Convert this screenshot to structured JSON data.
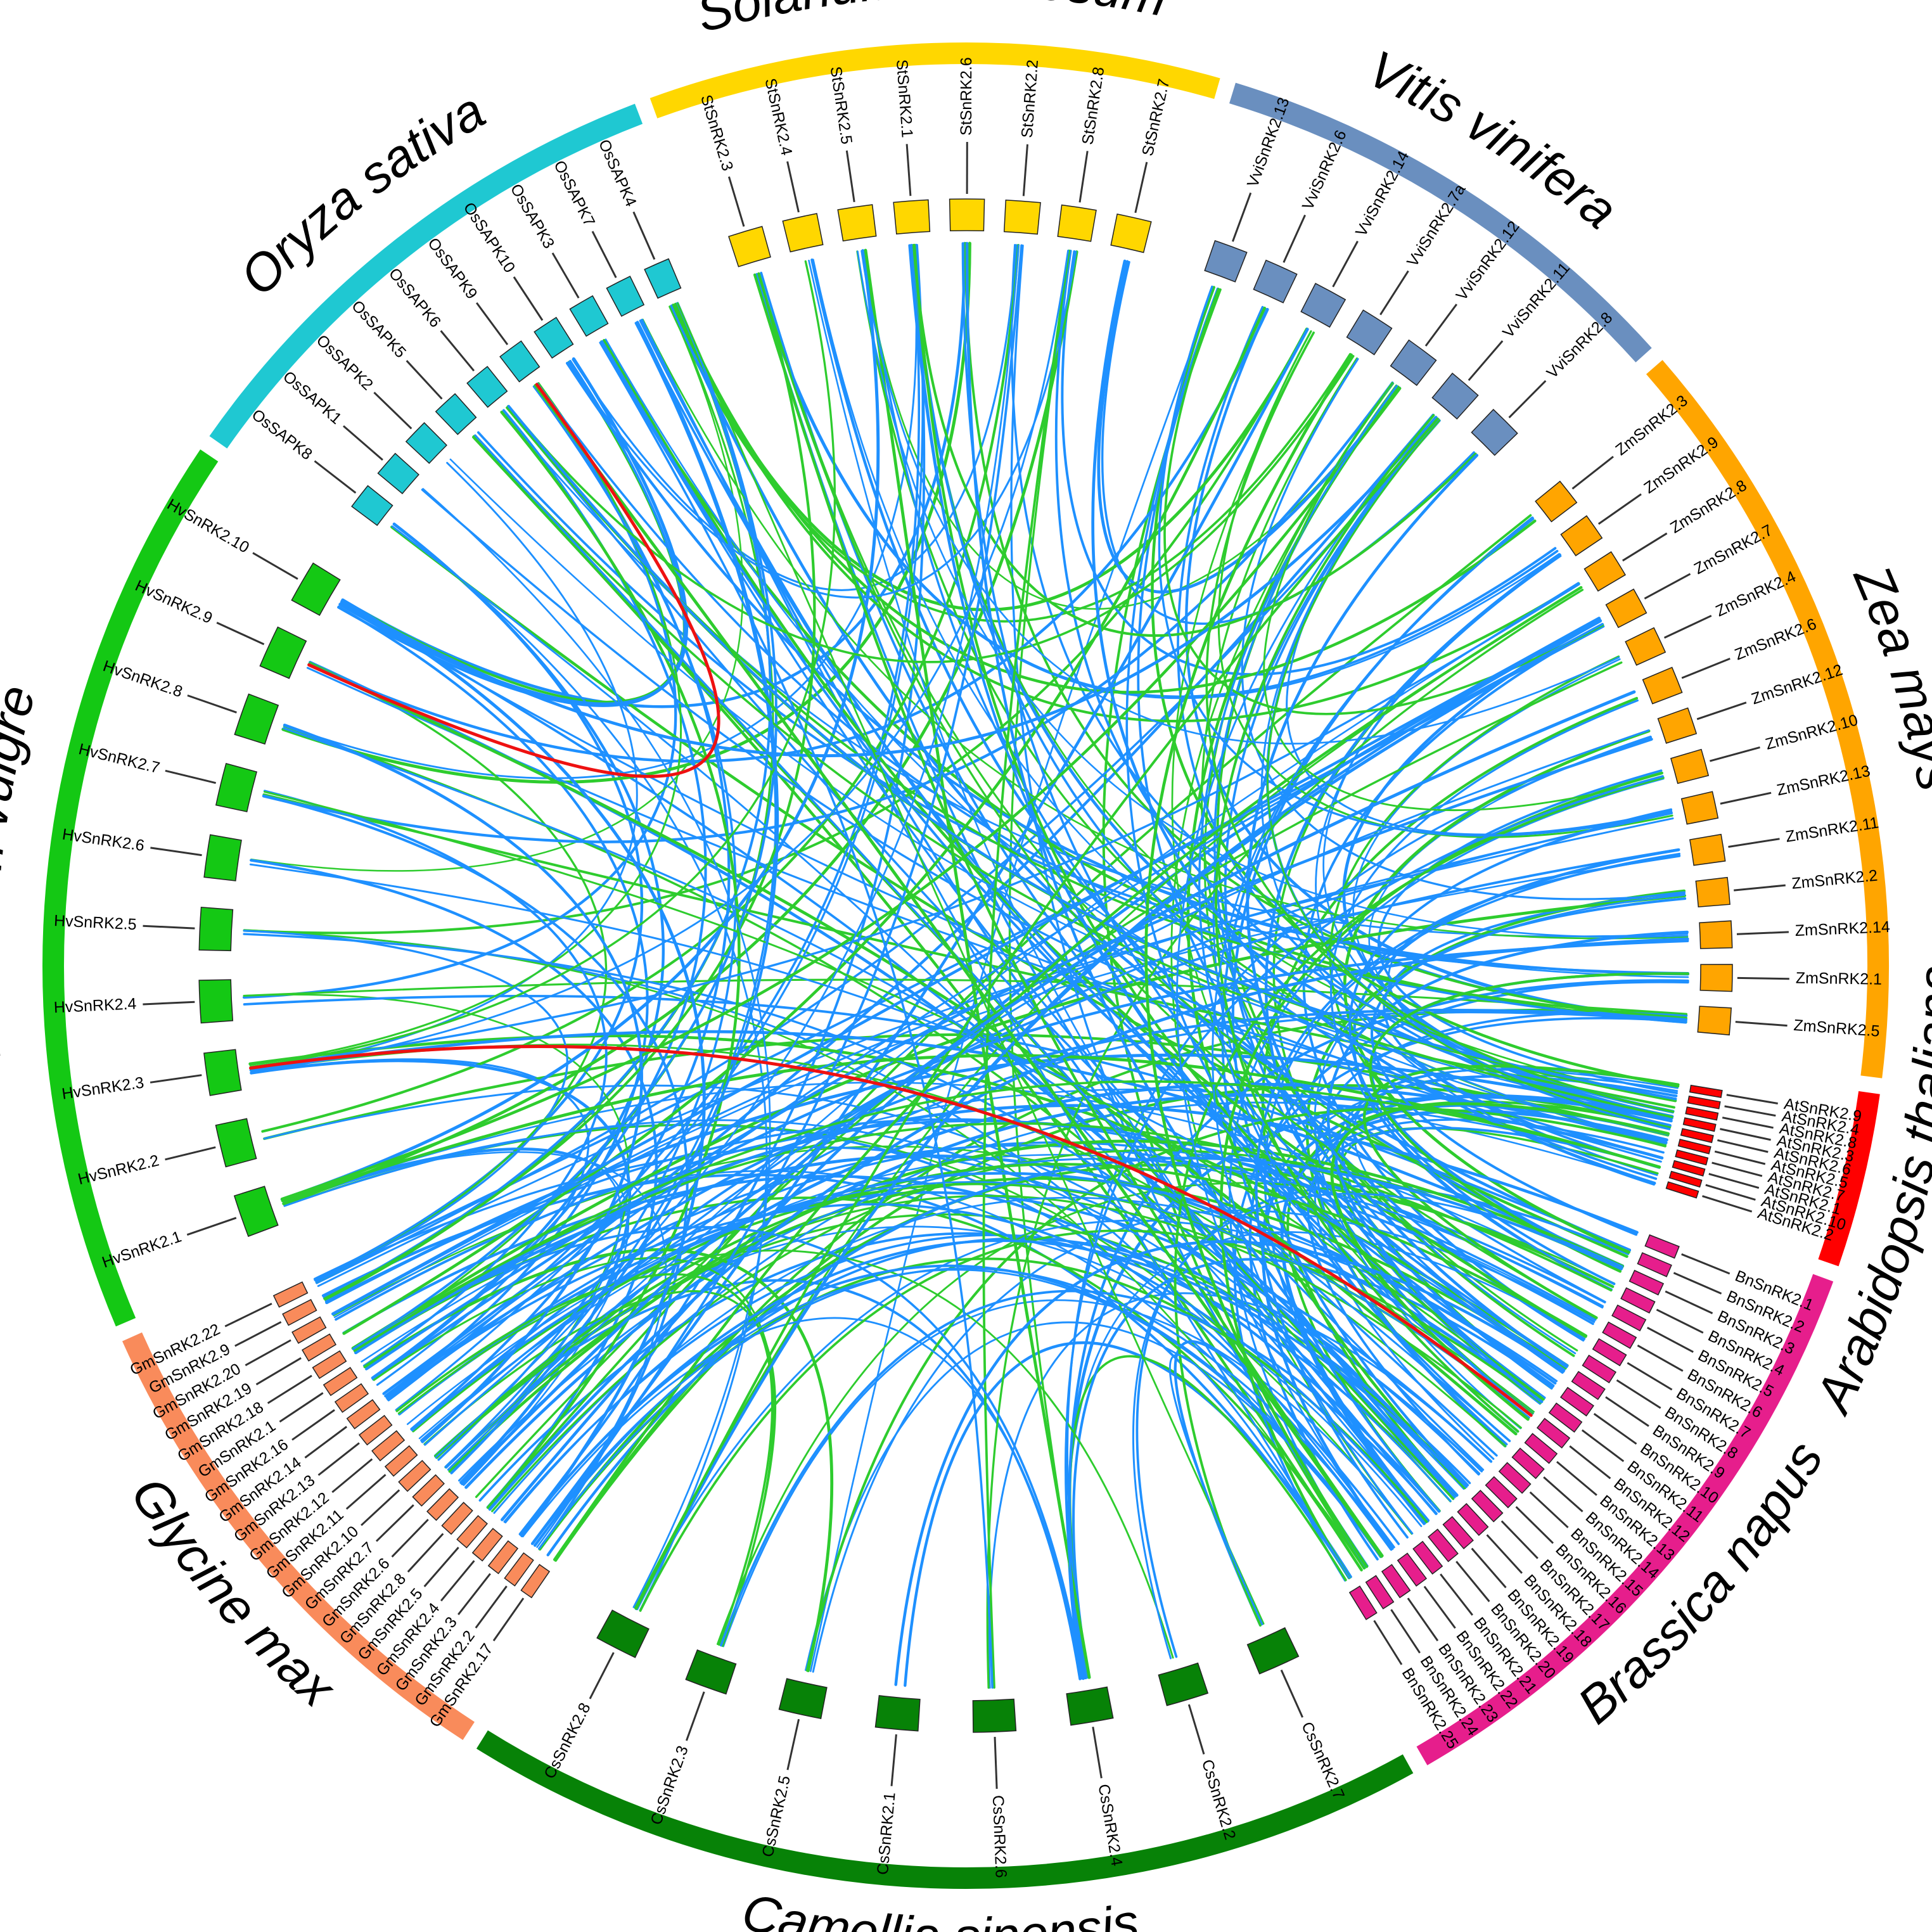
{
  "colors": {
    "link_blue": "#1e90ff",
    "link_green": "#2ecc2e",
    "link_red": "#ee1111"
  },
  "species": [
    {
      "name": "Oryza sativa",
      "color": "#1fc8d2",
      "genes": [
        "OsSAPK8",
        "OsSAPK1",
        "OsSAPK2",
        "OsSAPK5",
        "OsSAPK6",
        "OsSAPK9",
        "OsSAPK10",
        "OsSAPK3",
        "OsSAPK7",
        "OsSAPK4"
      ]
    },
    {
      "name": "Solanum tuberosum",
      "color": "#ffd700",
      "genes": [
        "StSnRK2.3",
        "StSnRK2.4",
        "StSnRK2.5",
        "StSnRK2.1",
        "StSnRK2.6",
        "StSnRK2.2",
        "StSnRK2.8",
        "StSnRK2.7"
      ]
    },
    {
      "name": "Vitis vinifera",
      "color": "#6a8fbf",
      "genes": [
        "VviSnRK2.13",
        "VviSnRK2.6",
        "VviSnRK2.14",
        "VviSnRK2.7a",
        "VviSnRK2.12",
        "VviSnRK2.11",
        "VviSnRK2.8"
      ]
    },
    {
      "name": "Zea mays",
      "color": "#ffa500",
      "genes": [
        "ZmSnRK2.3",
        "ZmSnRK2.9",
        "ZmSnRK2.8",
        "ZmSnRK2.7",
        "ZmSnRK2.4",
        "ZmSnRK2.6",
        "ZmSnRK2.12",
        "ZmSnRK2.10",
        "ZmSnRK2.13",
        "ZmSnRK2.11",
        "ZmSnRK2.2",
        "ZmSnRK2.14",
        "ZmSnRK2.1",
        "ZmSnRK2.5"
      ]
    },
    {
      "name": "Arabidopsis thaliana",
      "color": "#ff0000",
      "genes": [
        "AtSnRK2.9",
        "AtSnRK2.4",
        "AtSnRK2.8",
        "AtSnRK2.3",
        "AtSnRK2.6",
        "AtSnRK2.5",
        "AtSnRK2.7",
        "AtSnRK2.1",
        "AtSnRK2.10",
        "AtSnRK2.2"
      ]
    },
    {
      "name": "Brassica napus",
      "color": "#e61e8c",
      "genes": [
        "BnSnRK2.1",
        "BnSnRK2.2",
        "BnSnRK2.3",
        "BnSnRK2.4",
        "BnSnRK2.5",
        "BnSnRK2.6",
        "BnSnRK2.7",
        "BnSnRK2.8",
        "BnSnRK2.9",
        "BnSnRK2.10",
        "BnSnRK2.11",
        "BnSnRK2.12",
        "BnSnRK2.13",
        "BnSnRK2.14",
        "BnSnRK2.15",
        "BnSnRK2.16",
        "BnSnRK2.17",
        "BnSnRK2.18",
        "BnSnRK2.19",
        "BnSnRK2.20",
        "BnSnRK2.21",
        "BnSnRK2.22",
        "BnSnRK2.23",
        "BnSnRK2.24",
        "BnSnRK2.25"
      ]
    },
    {
      "name": "Camellia sinensis",
      "color": "#078207",
      "genes": [
        "CsSnRK2.7",
        "CsSnRK2.2",
        "CsSnRK2.4",
        "CsSnRK2.6",
        "CsSnRK2.1",
        "CsSnRK2.5",
        "CsSnRK2.3",
        "CsSnRK2.8"
      ]
    },
    {
      "name": "Glycine max",
      "color": "#f98b5b",
      "genes": [
        "GmSnRK2.17",
        "GmSnRK2.2",
        "GmSnRK2.3",
        "GmSnRK2.4",
        "GmSnRK2.5",
        "GmSnRK2.8",
        "GmSnRK2.6",
        "GmSnRK2.7",
        "GmSnRK2.10",
        "GmSnRK2.11",
        "GmSnRK2.12",
        "GmSnRK2.13",
        "GmSnRK2.14",
        "GmSnRK2.16",
        "GmSnRK2.1",
        "GmSnRK2.18",
        "GmSnRK2.19",
        "GmSnRK2.20",
        "GmSnRK2.9",
        "GmSnRK2.22"
      ]
    },
    {
      "name": "Hordeum vulgre",
      "color": "#14c814",
      "genes": [
        "HvSnRK2.1",
        "HvSnRK2.2",
        "HvSnRK2.3",
        "HvSnRK2.4",
        "HvSnRK2.5",
        "HvSnRK2.6",
        "HvSnRK2.7",
        "HvSnRK2.8",
        "HvSnRK2.9",
        "HvSnRK2.10"
      ]
    }
  ]
}
